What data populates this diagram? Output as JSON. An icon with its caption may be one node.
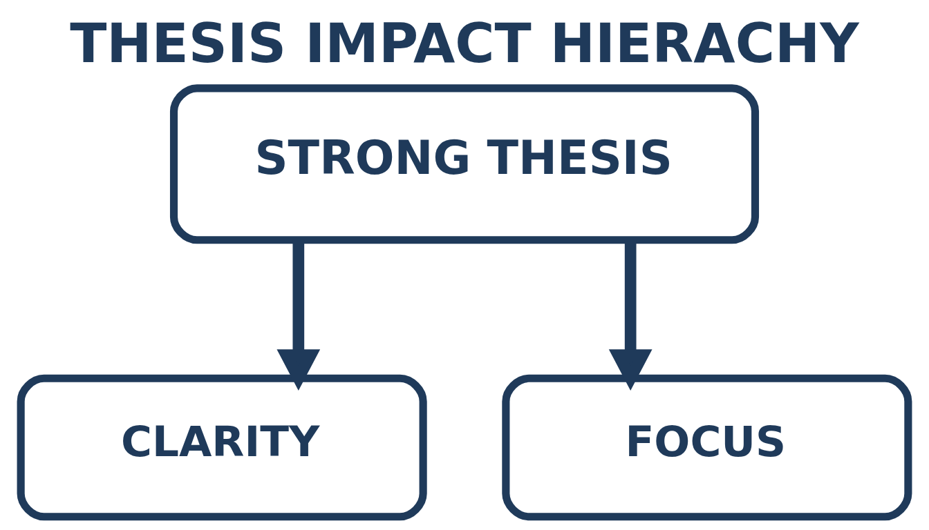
{
  "diagram": {
    "title": "THESIS IMPACT HIERACHY",
    "nodes": [
      {
        "text": [
          "STRONG THESIS"
        ]
      },
      {
        "text": [
          "CLARITY"
        ]
      },
      {
        "text": [
          "FOCUS"
        ]
      }
    ],
    "edges": [
      {
        "from": 0,
        "to": 1,
        "arrow": "to"
      },
      {
        "from": 0,
        "to": 2,
        "arrow": "to"
      }
    ]
  }
}
